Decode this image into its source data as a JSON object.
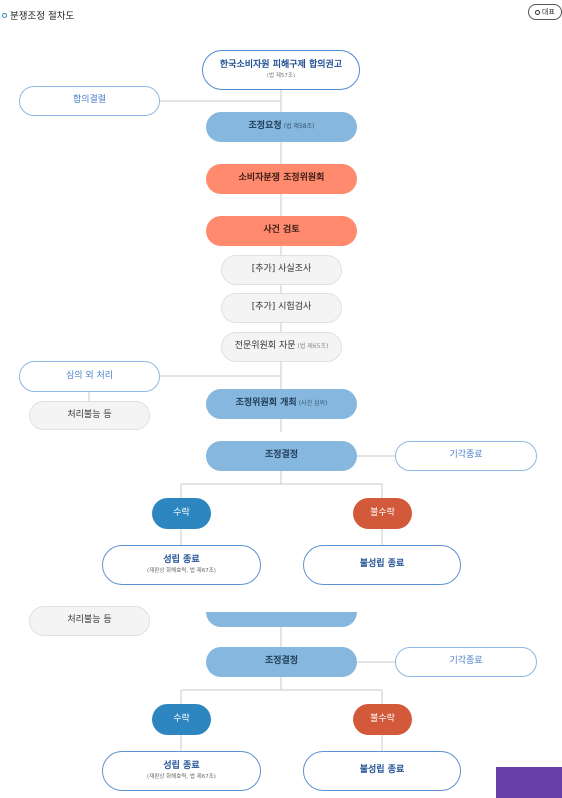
{
  "header": {
    "title": "분쟁조정 절차도",
    "top_button_label": "대표"
  },
  "flow": {
    "consumer_agency": {
      "title": "한국소비자원 피해구제 합의권고",
      "note": "(법 제57조)"
    },
    "agreement": "합의결렬",
    "request": {
      "title": "조정요청",
      "note": "(법 제58조)"
    },
    "committee": "소비자분쟁 조정위원회",
    "review": "사건 검토",
    "fact_check": "[추가] 사실조사",
    "test": "[추가] 시험검사",
    "expert": {
      "title": "전문위원회 자문",
      "note": "(법 제65조)"
    },
    "out_of_scope": "심의 외 처리",
    "impossible": "처리불능 등",
    "meeting": {
      "title": "조정위원회 개최",
      "note": "(사건 심의)"
    },
    "decision": "조정결정",
    "dismissal": "기각종료",
    "accept": "수락",
    "reject": "불수락",
    "success": {
      "title": "성립 종료",
      "note": "(재판상 화해효력, 법 제67조)"
    },
    "failure": "불성립 종료"
  },
  "colors": {
    "primary_blue": "#86b8df",
    "coral": "#ff8a6e",
    "accept": "#2e86c1",
    "reject": "#d2593a",
    "line": "#c9c9c9",
    "corner_block": "#6b3fa8"
  }
}
